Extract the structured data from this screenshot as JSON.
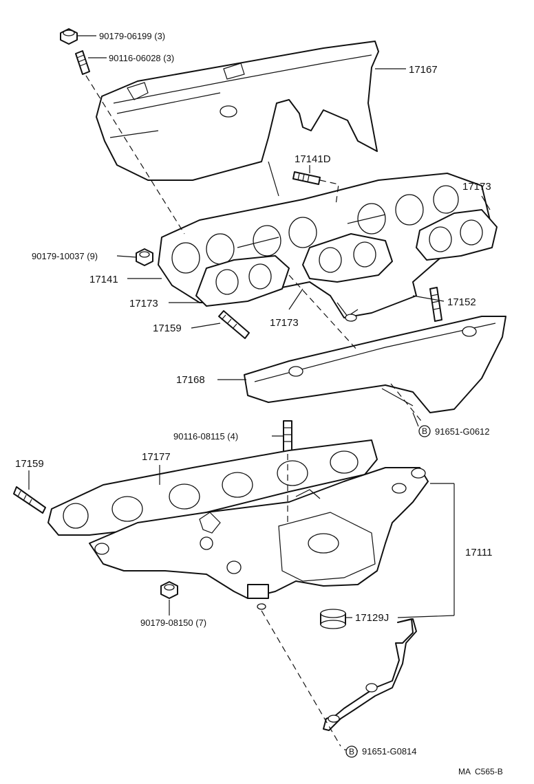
{
  "callouts": [
    {
      "id": "c1",
      "text": "90179-06199 (3)"
    },
    {
      "id": "c2",
      "text": "90116-06028 (3)"
    },
    {
      "id": "c3",
      "text": "17167"
    },
    {
      "id": "c4",
      "text": "17141D"
    },
    {
      "id": "c5",
      "text": "17173"
    },
    {
      "id": "c6",
      "text": "90179-10037 (9)"
    },
    {
      "id": "c7",
      "text": "17141"
    },
    {
      "id": "c8",
      "text": "17173"
    },
    {
      "id": "c9",
      "text": "17173"
    },
    {
      "id": "c10",
      "text": "17152"
    },
    {
      "id": "c11",
      "text": "17159"
    },
    {
      "id": "c12",
      "text": "17168"
    },
    {
      "id": "c13",
      "text": "91651-G0612"
    },
    {
      "id": "c14",
      "text": "90116-08115 (4)"
    },
    {
      "id": "c15",
      "text": "17159"
    },
    {
      "id": "c16",
      "text": "17177"
    },
    {
      "id": "c17",
      "text": "17111"
    },
    {
      "id": "c18",
      "text": "17129J"
    },
    {
      "id": "c19",
      "text": "90179-08150 (7)"
    },
    {
      "id": "c20",
      "text": "91651-G0814"
    }
  ],
  "markers": [
    {
      "id": "m1",
      "text": "B"
    },
    {
      "id": "m2",
      "text": "B"
    }
  ],
  "footer": {
    "code": "MA  C565-B"
  }
}
